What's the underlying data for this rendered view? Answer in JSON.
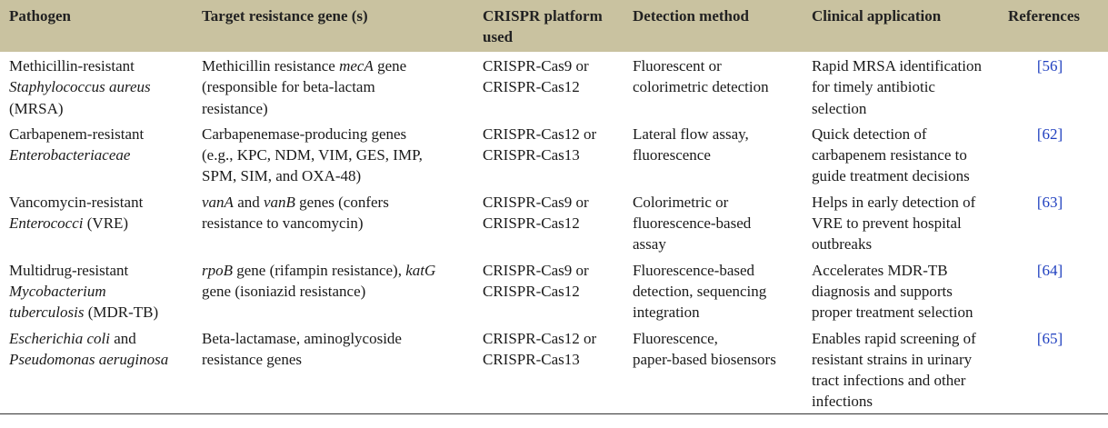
{
  "headers": {
    "pathogen": "Pathogen",
    "target": "Target resistance gene (s)",
    "platform_line1": "CRISPR platform",
    "platform_line2": "used",
    "detection": "Detection method",
    "clinical": "Clinical application",
    "references": "References"
  },
  "rows": [
    {
      "pathogen": [
        "Methicillin-resistant",
        "Staphylococcus aureus",
        "(MRSA)"
      ],
      "target": [
        "Methicillin resistance ",
        "mecA",
        " gene",
        "(responsible for beta-lactam",
        "resistance)"
      ],
      "platform": [
        "CRISPR-Cas9 or",
        "CRISPR-Cas12"
      ],
      "detection": [
        "Fluorescent or",
        "colorimetric detection"
      ],
      "clinical": [
        "Rapid MRSA identification",
        "for timely antibiotic",
        "selection"
      ],
      "ref": "[56]"
    },
    {
      "pathogen": [
        "Carbapenem-resistant",
        "Enterobacteriaceae"
      ],
      "target": [
        "Carbapenemase-producing genes",
        "(e.g., KPC, NDM, VIM, GES, IMP,",
        "SPM, SIM, and OXA-48)"
      ],
      "platform": [
        "CRISPR-Cas12 or",
        "CRISPR-Cas13"
      ],
      "detection": [
        "Lateral flow assay,",
        "fluorescence"
      ],
      "clinical": [
        "Quick detection of",
        "carbapenem resistance to",
        "guide treatment decisions"
      ],
      "ref": "[62]"
    },
    {
      "pathogen": [
        "Vancomycin-resistant",
        "Enterococci",
        " (VRE)"
      ],
      "target": [
        "vanA",
        " and ",
        "vanB",
        " genes (confers",
        "resistance to vancomycin)"
      ],
      "platform": [
        "CRISPR-Cas9 or",
        "CRISPR-Cas12"
      ],
      "detection": [
        "Colorimetric or",
        "fluorescence-based",
        "assay"
      ],
      "clinical": [
        "Helps in early detection of",
        "VRE to prevent hospital",
        "outbreaks"
      ],
      "ref": "[63]"
    },
    {
      "pathogen": [
        "Multidrug-resistant",
        "Mycobacterium",
        "tuberculosis",
        " (MDR-TB)"
      ],
      "target": [
        "rpoB",
        " gene (rifampin resistance), ",
        "katG",
        "gene (isoniazid resistance)"
      ],
      "platform": [
        "CRISPR-Cas9 or",
        "CRISPR-Cas12"
      ],
      "detection": [
        "Fluorescence-based",
        "detection, sequencing",
        "integration"
      ],
      "clinical": [
        "Accelerates MDR-TB",
        "diagnosis and supports",
        "proper treatment selection"
      ],
      "ref": "[64]"
    },
    {
      "pathogen": [
        "Escherichia coli",
        " and",
        "Pseudomonas aeruginosa"
      ],
      "target": [
        "Beta-lactamase, aminoglycoside",
        "resistance genes"
      ],
      "platform": [
        "CRISPR-Cas12 or",
        "CRISPR-Cas13"
      ],
      "detection": [
        "Fluorescence,",
        "paper-based biosensors"
      ],
      "clinical": [
        "Enables rapid screening of",
        "resistant strains in urinary",
        "tract infections and other",
        "infections"
      ],
      "ref": "[65]"
    }
  ],
  "colors": {
    "header_bg": "#c9c2a0",
    "link": "#1f3fbf"
  }
}
